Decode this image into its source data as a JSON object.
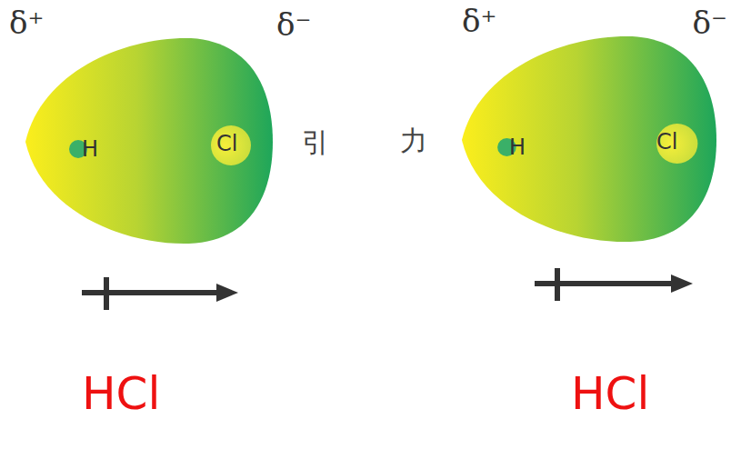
{
  "diagram": {
    "nodes": [
      {
        "text": [
          "H",
          "Cl"
        ]
      },
      {
        "text": [
          "H",
          "Cl"
        ]
      }
    ],
    "labels": [
      "δ⁺",
      "δ⁻",
      "引",
      "力",
      "δ⁺",
      "δ⁻",
      "HCl",
      "HCl"
    ]
  }
}
